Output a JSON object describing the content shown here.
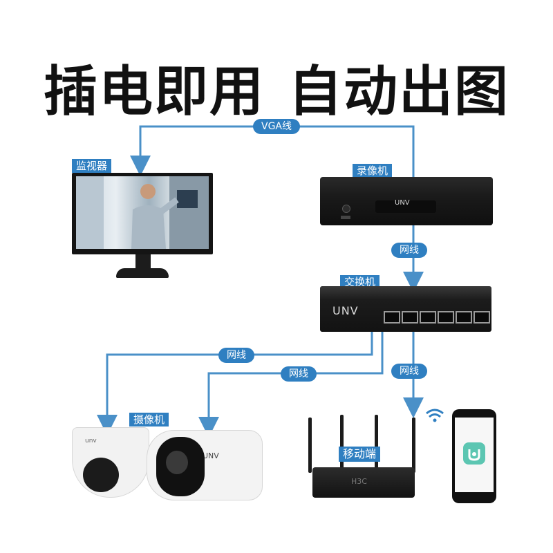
{
  "title": {
    "part1": "插电即用",
    "part2": "自动出图"
  },
  "labels": {
    "monitor": "监视器",
    "nvr": "录像机",
    "switch": "交换机",
    "camera": "摄像机",
    "mobile": "移动端"
  },
  "links": {
    "vga": "VGA线",
    "net_nvr_switch": "网线",
    "net_dome": "网线",
    "net_bullet": "网线",
    "net_router": "网线"
  },
  "brands": {
    "nvr": "UNV",
    "switch": "UNV",
    "camera_dome": "unv",
    "camera_bullet": "UNV",
    "router": "H3C"
  },
  "colors": {
    "accent": "#2f7fc1",
    "line": "#4a90c8",
    "title": "#111111"
  },
  "icons": {
    "wifi": "wifi-icon",
    "app": "app-icon"
  }
}
